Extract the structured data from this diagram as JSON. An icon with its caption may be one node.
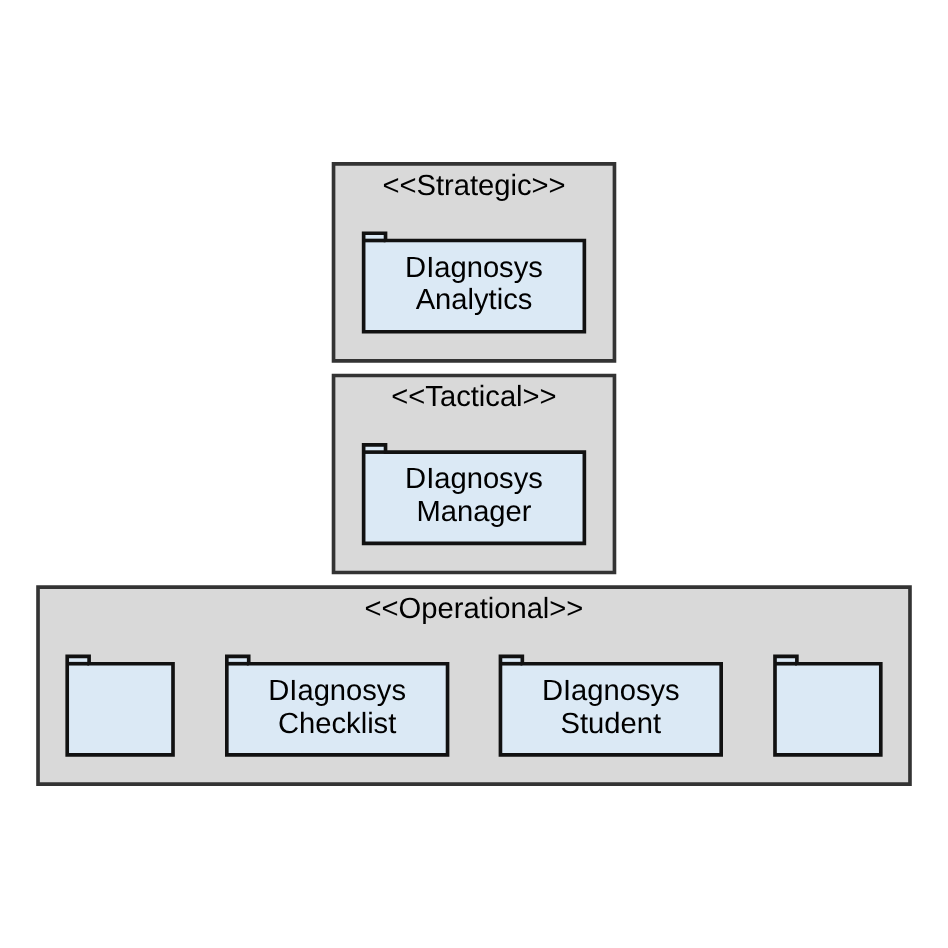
{
  "diagram": {
    "nodes": [
      {
        "text": [
          "<<Strategic>>"
        ]
      },
      {
        "text": [
          "DIagnosys Analytics"
        ],
        "in": 0
      },
      {
        "text": [
          "<<Tactical>>"
        ]
      },
      {
        "text": [
          "DIagnosys Manager"
        ],
        "in": 2
      },
      {
        "text": [
          "<<Operational>>"
        ]
      },
      {
        "text": [],
        "shape": "box",
        "in": 4
      },
      {
        "text": [
          "DIagnosys Student"
        ],
        "in": 4
      },
      {
        "text": [
          "DIagnosys Checklist"
        ],
        "in": 4
      },
      {
        "text": [],
        "shape": "box",
        "in": 4
      }
    ],
    "edges": []
  }
}
